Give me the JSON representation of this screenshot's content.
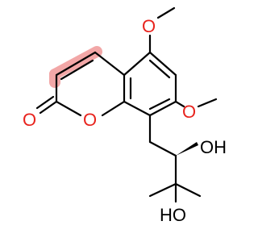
{
  "molecule": {
    "colors": {
      "bond": "#000000",
      "oxygen": "#e8231d",
      "highlight": "#f2a7a7",
      "background": "#ffffff"
    },
    "labels": {
      "methoxy_o_top": "O",
      "methoxy_o_right": "O",
      "carbonyl_o": "O",
      "ring_o": "O",
      "hydroxyl_secondary": "OH",
      "hydroxyl_tertiary": "HO"
    }
  }
}
